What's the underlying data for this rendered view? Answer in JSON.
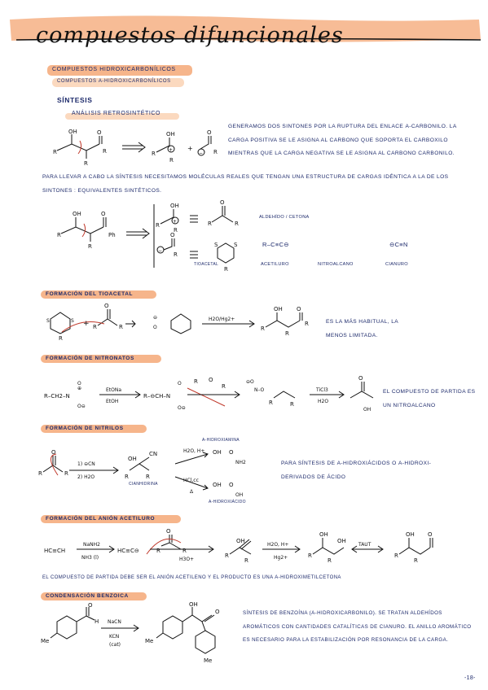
{
  "title": "compuestos difuncionales",
  "header": {
    "main_pill": "COMPUESTOS HIDROXICARBONÍLICOS",
    "sub_pill": "COMPUESTOS α-HIDROXICARBONÍLICOS",
    "sintesis": "SÍNTESIS",
    "analisis": "ANÁLISIS RETROSINTÉTICO"
  },
  "retro": {
    "paragraph": "GENERAMOS DOS SINTONES POR LA RUPTURA DEL ENLACE α-CARBONILO. LA CARGA POSITIVA SE LE ASIGNA AL CARBONO QUE SOPORTA EL CARBOXILO MIENTRAS QUE LA CARGA NEGATIVA SE LE ASIGNA AL CARBONO CARBONILO.",
    "paragraph2": "PARA LLEVAR A CABO LA SÍNTESIS NECESITAMOS MOLÉCULAS REALES QUE TENGAN UNA ESTRUCTURA DE CARGAS IDÉNTICA A LA DE LOS SINTONES : EQUIVALENTES SINTÉTICOS.",
    "aldehido": "ALDEHÍDO / CETONA",
    "acetiluro": "ACETILURO",
    "nitroalcano": "NITROALCANO",
    "cianuro": "CIANURO",
    "tioacetal": "TIOACETAL",
    "alkyne": "R–C≡C⊖",
    "cyanide": "⊖C≡N",
    "ph": "Ph"
  },
  "sections": [
    {
      "id": "tioacetal",
      "title": "FORMACIÓN DEL TIOACETAL"
    },
    {
      "id": "nitronatos",
      "title": "FORMACIÓN DE NITRONATOS"
    },
    {
      "id": "nitrilos",
      "title": "FORMACIÓN DE NITRILOS"
    },
    {
      "id": "acetiluro",
      "title": "FORMACIÓN DEL ANIÓN ACETILURO"
    },
    {
      "id": "benzoica",
      "title": "CONDENSACIÓN BENZOICA"
    }
  ],
  "tioacetal_text": "ES LA MÁS HABITUAL, LA MENOS LIMITADA.",
  "tioacetal_reagent": "H2O/Hg2+",
  "nitronatos": {
    "reagent_top": "EtONa",
    "reagent_bottom": "EtOH",
    "ticl3_top": "TiCl3",
    "ticl3_bottom": "H2O",
    "text": "EL COMPUESTO DE PARTIDA ES UN NITROALCANO",
    "substrate": "R–CH2–N"
  },
  "nitrilos": {
    "reagent1": "1) ⊖CN",
    "reagent2": "2) H2O",
    "cianhidrina": "CIANHIDRINA",
    "upper_reagent": "H2O, H+",
    "upper_label": "α-HIDROXIAMINA",
    "lower_reagent": "HCl,cc",
    "lower_delta": "Δ",
    "lower_label": "α-HIDROXIÁCIDO",
    "text": "PARA SÍNTESIS DE α-HIDROXIÁCIDOS O α-HIDROXI-DERIVADOS DE ÁCIDO"
  },
  "acetiluro": {
    "start": "HC≡CH",
    "reagent_top": "NaNH2",
    "reagent_bottom": "NH3 (l)",
    "anion": "HC≡C⊖",
    "h3o": "H3O+",
    "hydration_top": "H2O, H+",
    "hydration_bottom": "Hg2+",
    "taut": "TAUT",
    "text": "EL COMPUESTO DE PARTIDA DEBE SER EL ANIÓN ACETILENO Y EL PRODUCTO ES UNA α-HIDROXIMETILCETONA"
  },
  "benzoica": {
    "reagent_top": "NaCN",
    "reagent_mid": "KCN",
    "reagent_bottom": "(cat)",
    "me": "Me",
    "text": "SÍNTESIS DE BENZOÍNA (α-HIDROXICARBONILO). SE TRATAN ALDEHÍDOS AROMÁTICOS CON CANTIDADES CATALÍTICAS DE CIANURO. EL ANILLO AROMÁTICO ES NECESARIO PARA LA ESTABILIZACIÓN POR RESONANCIA DE LA CARGA."
  },
  "page_number": "-18-",
  "colors": {
    "accent": "#f6b58b",
    "accent_light": "#fbd9bf",
    "ink": "#1d2a6b",
    "arrow": "#c0392b"
  }
}
